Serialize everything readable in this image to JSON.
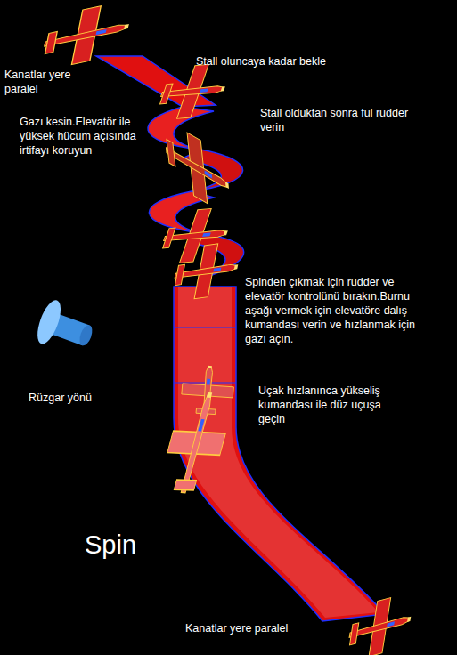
{
  "diagram": {
    "title": "Spin",
    "labels": [
      "Kanatlar yere paralel",
      "Stall oluncaya kadar bekle",
      "Gazı kesin.Elevatör ile yüksek hücum açısında irtifayı koruyun",
      "Stall olduktan sonra ful rudder verin",
      "Spinden çıkmak için rudder ve elevatör kontrolünü bırakın.Burnu aşağı vermek için elevatöre dalış kumandası verin ve hızlanmak için gazı açın.",
      "Rüzgar yönü",
      "Uçak hızlanınca yükseliş kumandası ile düz uçuşa geçin",
      "Kanatlar yere paralel"
    ]
  }
}
